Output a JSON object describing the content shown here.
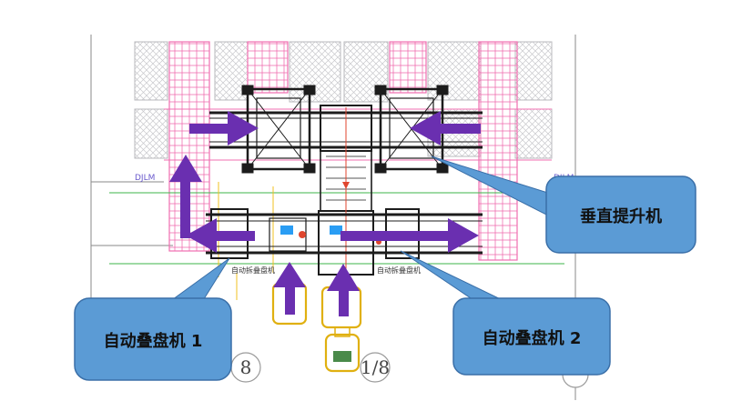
{
  "callouts": {
    "vertical_lift": "垂直提升机",
    "stacker_1": "自动叠盘机 1",
    "stacker_2": "自动叠盘机 2"
  },
  "drawing_labels": {
    "dj_left": "DJLM",
    "dj_right": "DJLM",
    "dismantler_left": "自动拆叠盘机",
    "dismantler_right": "自动拆叠盘机"
  },
  "grid_markers": {
    "left": "8",
    "center": "1/8"
  },
  "colors": {
    "arrow": "#6a2fb0",
    "callout_fill": "#5b9bd5",
    "callout_stroke": "#3a6fa8",
    "rack_pink": "#f06fb0",
    "machine": "#1c1c1c",
    "cart": "#e0b010"
  }
}
